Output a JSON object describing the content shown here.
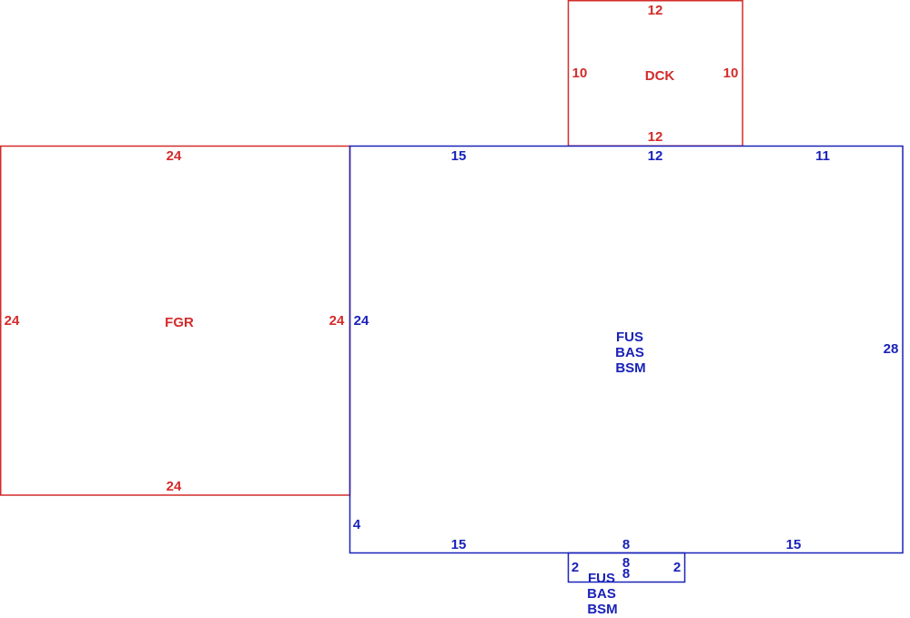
{
  "colors": {
    "garage_deck": "#d32b2b",
    "main_house": "#1a22b8",
    "background": "#ffffff"
  },
  "deck": {
    "label": "DCK",
    "top": "12",
    "bottom": "12",
    "left": "10",
    "right": "10"
  },
  "garage": {
    "label": "FGR",
    "top": "24",
    "bottom": "24",
    "left": "24",
    "right": "24"
  },
  "main": {
    "labels": [
      "FUS",
      "BAS",
      "BSM"
    ],
    "top_left": "15",
    "top_mid": "12",
    "top_right": "11",
    "left": "24",
    "left_lower": "4",
    "right": "28",
    "bottom_left": "15",
    "bottom_mid": "8",
    "bottom_right": "15"
  },
  "bay": {
    "labels": [
      "FUS",
      "BAS",
      "BSM"
    ],
    "top": "8",
    "bottom": "8",
    "left": "2",
    "right": "2"
  }
}
